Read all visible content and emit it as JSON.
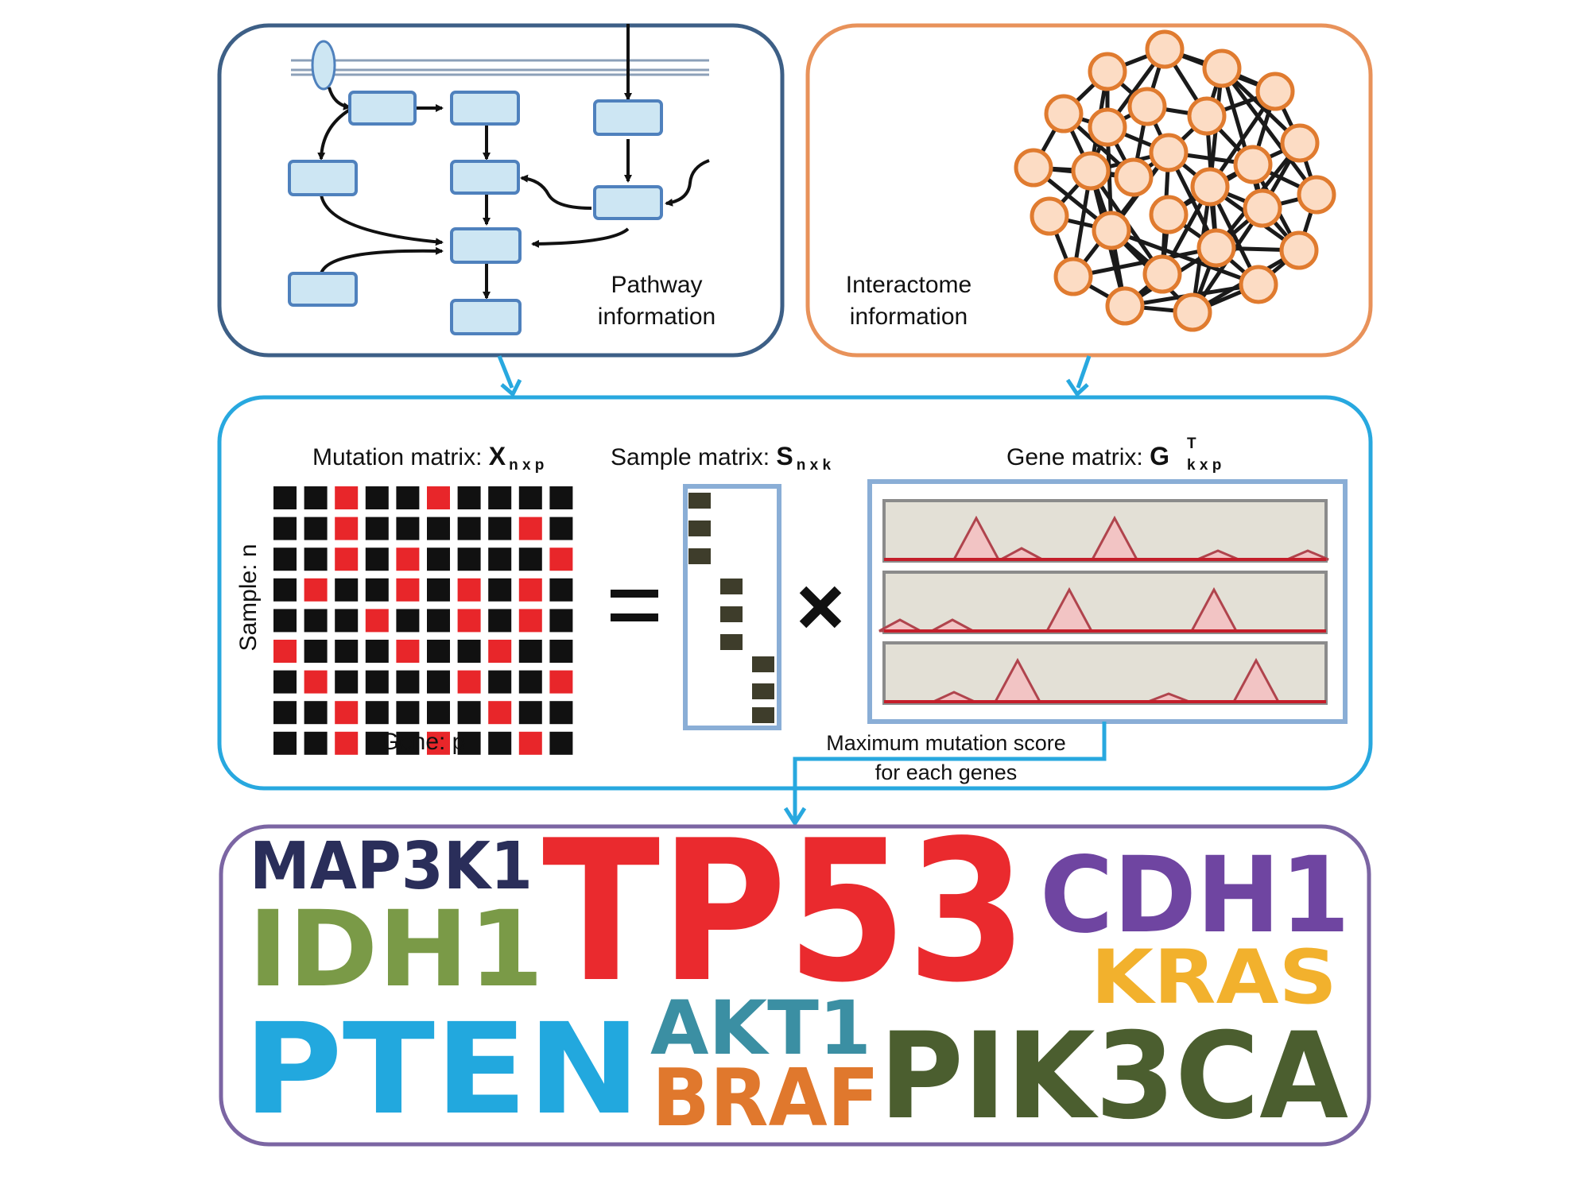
{
  "pathway": {
    "label_line1": "Pathway",
    "label_line2": "information",
    "border_color": "#3d5f86",
    "node_fill": "#cde6f3",
    "node_stroke": "#4f81bd"
  },
  "interactome": {
    "label_line1": "Interactome",
    "label_line2": "information",
    "border_color": "#e8925a",
    "node_fill": "#fcdcc4",
    "node_stroke": "#e07b2f"
  },
  "factorization": {
    "border_color": "#28a8df",
    "mutation_label": "Mutation matrix: ",
    "mutation_symbol": "X",
    "mutation_sub": "n x p",
    "sample_label": "Sample matrix: ",
    "sample_symbol": "S",
    "sample_sub": "n x k",
    "gene_label": "Gene matrix: ",
    "gene_symbol": "G",
    "gene_sup": "T",
    "gene_sub": "k x p",
    "row_axis_label": "Sample: n",
    "col_axis_label": "Gene: p",
    "equals": "=",
    "times": "×",
    "note_line1": "Maximum mutation score",
    "note_line2": "for each genes",
    "mutated_color": "#e8262a",
    "wild_color": "#111111",
    "loading_color": "#3e3d2b",
    "matrix_pattern": [
      "0010010000",
      "0010000010",
      "0010100001",
      "0100101010",
      "0001001010",
      "1000100100",
      "0100001001",
      "0010000100",
      "0010010010"
    ]
  },
  "genes": {
    "border_color": "#7b65a3",
    "words": [
      {
        "text": "MAP3K1",
        "color": "#2a2e5a"
      },
      {
        "text": "TP53",
        "color": "#ea2a2e"
      },
      {
        "text": "CDH1",
        "color": "#6f45a1"
      },
      {
        "text": "IDH1",
        "color": "#7a9a47"
      },
      {
        "text": "KRAS",
        "color": "#f2b12d"
      },
      {
        "text": "PTEN",
        "color": "#22a8de"
      },
      {
        "text": "AKT1",
        "color": "#3b8fa3"
      },
      {
        "text": "BRAF",
        "color": "#e0782d"
      },
      {
        "text": "PIK3CA",
        "color": "#4b5e2f"
      }
    ]
  }
}
